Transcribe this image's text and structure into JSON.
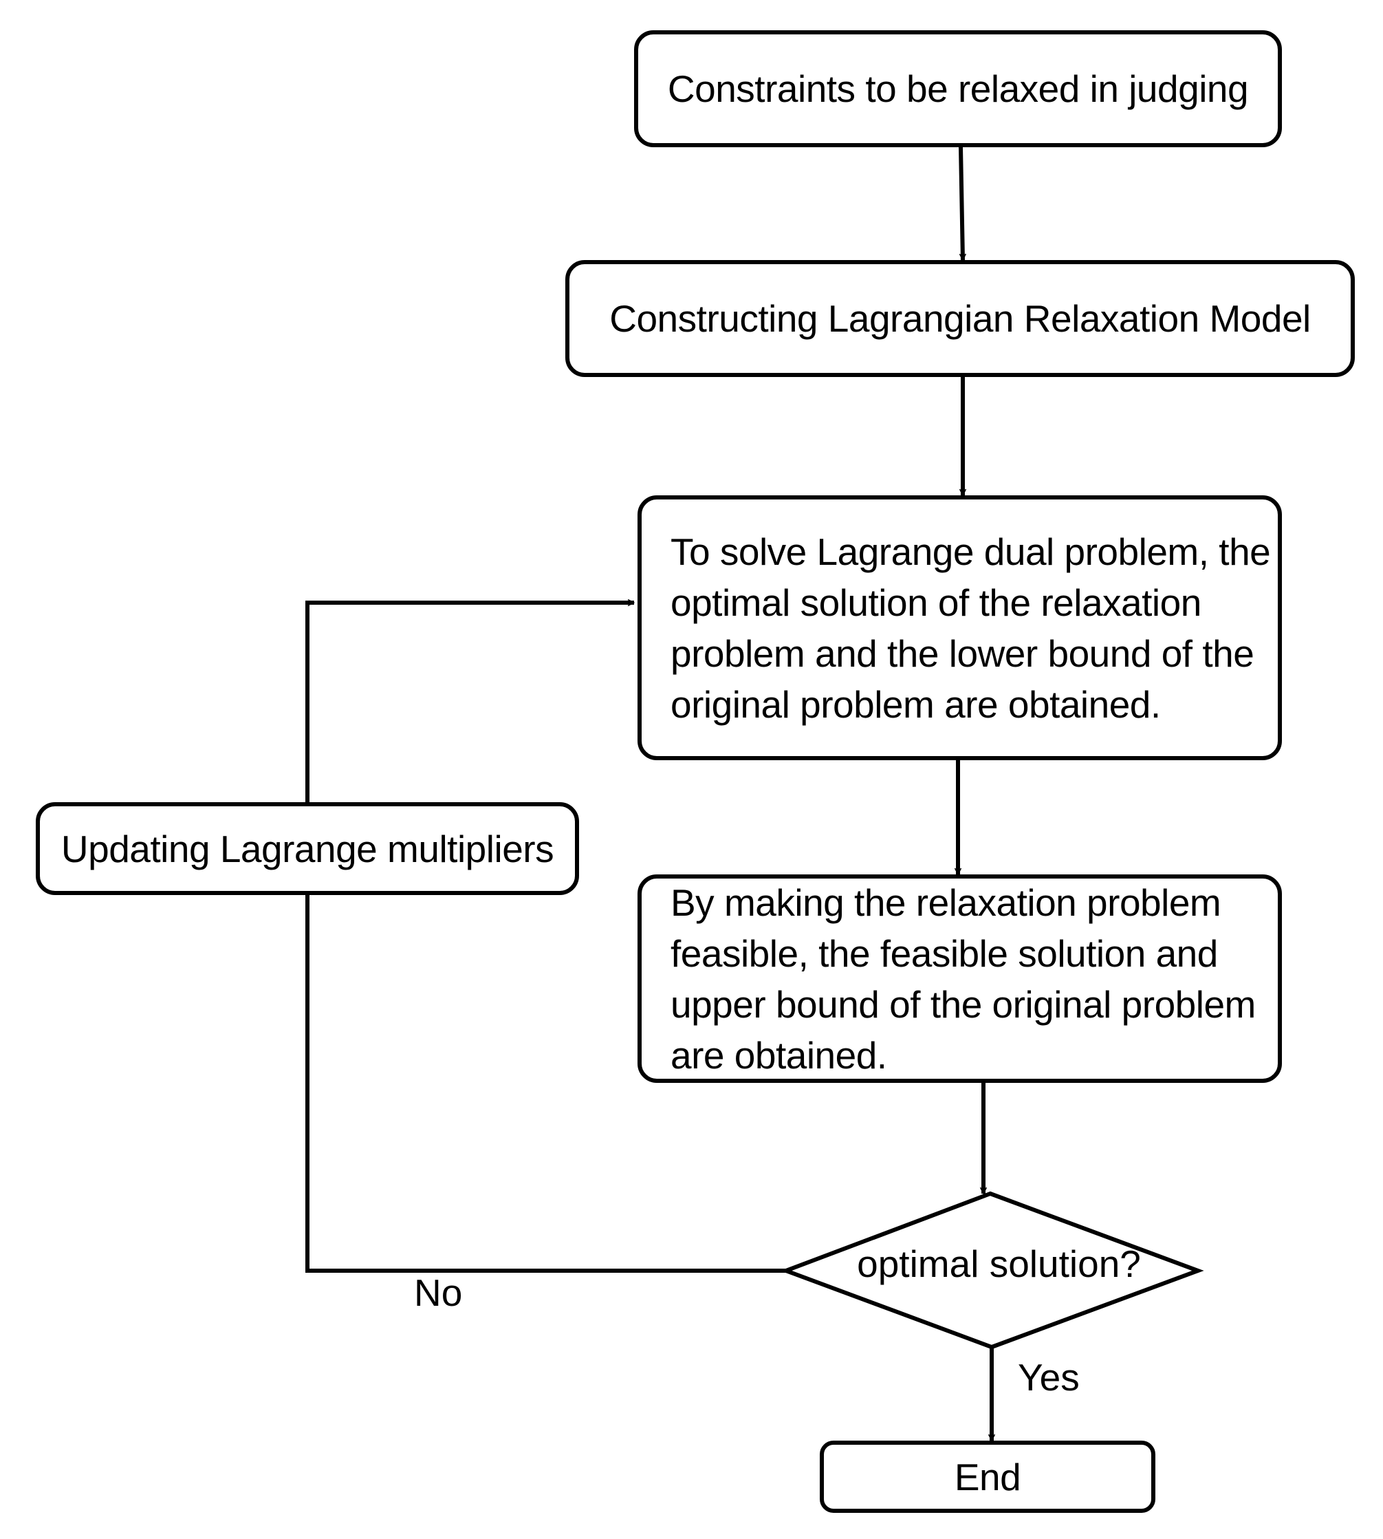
{
  "flowchart": {
    "steps": {
      "relax_constraints": "Constraints to be relaxed in judging",
      "construct_model": "Constructing Lagrangian Relaxation Model",
      "solve_dual": "To solve Lagrange dual problem, the optimal solution of the relaxation problem and the lower bound of the original problem are obtained.",
      "make_feasible": "By making the relaxation problem feasible, the feasible solution and upper bound of the original problem are obtained.",
      "update_multipliers": "Updating Lagrange multipliers",
      "end": "End"
    },
    "decision": "optimal solution?",
    "edge_labels": {
      "no": "No",
      "yes": "Yes"
    }
  }
}
